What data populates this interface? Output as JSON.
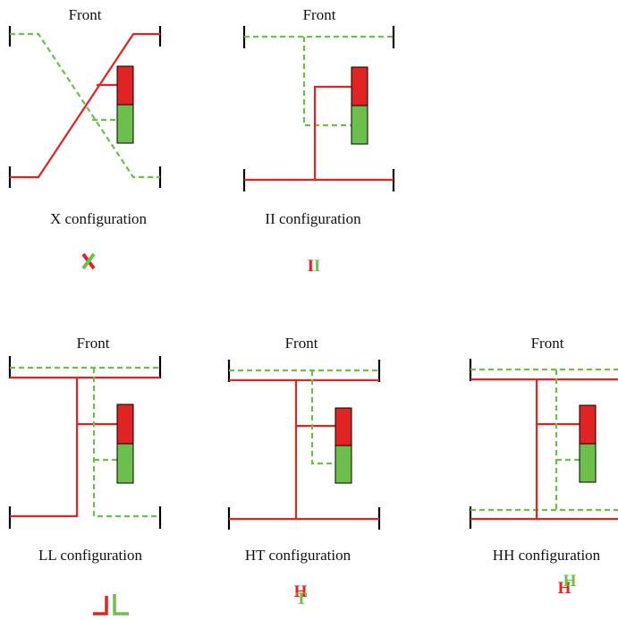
{
  "front_label": "Front",
  "configurations": [
    {
      "name": "X configuration",
      "symbol": "X"
    },
    {
      "name": "II configuration",
      "symbol": "II"
    },
    {
      "name": "LL configuration",
      "symbol": "LL"
    },
    {
      "name": "HT configuration",
      "symbol": "HT"
    },
    {
      "name": "HH configuration",
      "symbol": "HH"
    }
  ],
  "colors": {
    "circuit_1": "#e02424",
    "circuit_2": "#6cbf4a",
    "wheel": "#000000",
    "outline": "#000000"
  }
}
